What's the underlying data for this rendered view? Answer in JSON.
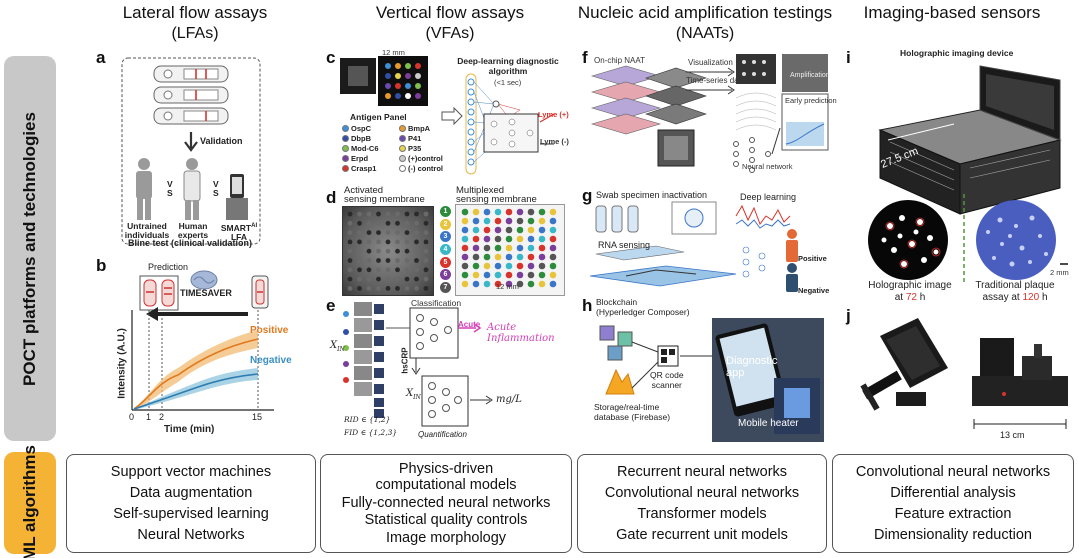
{
  "columns": [
    {
      "title": "Lateral flow assays",
      "subtitle": "(LFAs)"
    },
    {
      "title": "Vertical flow assays",
      "subtitle": "(VFAs)"
    },
    {
      "title": "Nucleic acid amplification testings",
      "subtitle": "(NAATs)"
    },
    {
      "title": "Imaging-based sensors",
      "subtitle": ""
    }
  ],
  "side_labels": {
    "platforms": "POCT platforms and technologies",
    "ml": "ML algorithms"
  },
  "panel_letters": {
    "a": "a",
    "b": "b",
    "c": "c",
    "d": "d",
    "e": "e",
    "f": "f",
    "g": "g",
    "h": "h",
    "i": "i",
    "j": "j"
  },
  "panel_a": {
    "validation": "Validation",
    "vs1": "V\nS",
    "vs2": "V\nS",
    "untrained": "Untrained\nindividuals",
    "experts": "Human\nexperts",
    "smart": "SMART",
    "smart_sup": "AI",
    "smart_lfa": "LFA",
    "caption": "Bline test (clinical validation)"
  },
  "panel_b": {
    "prediction": "Prediction",
    "timesaver": "TIMESAVER",
    "positive": "Positive",
    "negative": "Negative",
    "ylabel": "Intensity (A.U.)",
    "xlabel": "Time (min)",
    "xticks": [
      "0",
      "1",
      "2",
      "15"
    ]
  },
  "panel_c": {
    "scale": "12 mm",
    "algo_title": "Deep-learning diagnostic\nalgorithm",
    "algo_time": "(<1 sec)",
    "lyme_pos": "Lyme (+)",
    "lyme_neg": "Lyme (-)",
    "antigen_title": "Antigen Panel",
    "antigens": [
      {
        "label": "OspC",
        "color": "#3c8fd8"
      },
      {
        "label": "BmpA",
        "color": "#e99a2c"
      },
      {
        "label": "DbpB",
        "color": "#2f4fa8"
      },
      {
        "label": "P41",
        "color": "#6a4ab0"
      },
      {
        "label": "Mod-C6",
        "color": "#7fc04a"
      },
      {
        "label": "P35",
        "color": "#e8d44a"
      },
      {
        "label": "Erpd",
        "color": "#7b3e9a"
      },
      {
        "label": "(+)control",
        "color": "#cccccc"
      },
      {
        "label": "Crasp1",
        "color": "#d8342c"
      },
      {
        "label": "(-) control",
        "color": "#ffffff"
      }
    ]
  },
  "panel_d": {
    "activated": "Activated\nsensing membrane",
    "multiplexed": "Multiplexed\nsensing membrane",
    "scale": "12 mm",
    "rows": [
      {
        "num": "1",
        "color": "#2c8c3c"
      },
      {
        "num": "2",
        "color": "#e8c43a"
      },
      {
        "num": "3",
        "color": "#3a76c8"
      },
      {
        "num": "4",
        "color": "#38b8c8"
      },
      {
        "num": "5",
        "color": "#d8342c"
      },
      {
        "num": "6",
        "color": "#7b3e9a"
      },
      {
        "num": "7",
        "color": "#555555"
      }
    ]
  },
  "panel_e": {
    "classification": "Classification",
    "acute": "Acute",
    "acute_inflammation": "Acute\nInflammation",
    "hscrp": "hsCRP",
    "xin": "X",
    "xin_sub": "IN",
    "xin2": "X",
    "xin2_sub": "IN",
    "rid": "RID ∈ {1,2}",
    "fid": "FID ∈ {1,2,3}",
    "mgl": "mg/L",
    "quantification": "Quantification"
  },
  "panel_f": {
    "onchip": "On-chip NAAT",
    "visualization": "Visualization",
    "amplification": "Amplification",
    "timeseries": "Time-series data",
    "neural": "Neural network",
    "early": "Early prediction"
  },
  "panel_g": {
    "swab": "Swab specimen inactivation",
    "deep": "Deep learning",
    "rna": "RNA sensing",
    "positive": "Positive",
    "negative": "Negative"
  },
  "panel_h": {
    "blockchain": "Blockchain\n(Hyperledger Composer)",
    "qr": "QR code\nscanner",
    "storage": "Storage/real-time\ndatabase (Firebase)",
    "diagnostic": "Diagnostic\napp",
    "heater": "Mobile heater"
  },
  "panel_i": {
    "device": "Holographic imaging device",
    "dim": "27.5 cm",
    "holo_cap": "Holographic image",
    "holo_at": "at ",
    "holo_time": "72",
    "holo_unit": " h",
    "plaque_cap": "Traditional plaque",
    "plaque_at": "assay at ",
    "plaque_time": "120",
    "plaque_unit": " h",
    "scale": "2 mm"
  },
  "panel_j": {
    "dim": "13 cm"
  },
  "ml_algorithms": [
    [
      "Support vector machines",
      "Data augmentation",
      "Self-supervised learning",
      "Neural Networks"
    ],
    [
      "Physics-driven\ncomputational models",
      "Fully-connected neural networks",
      "Statistical quality controls",
      "Image morphology"
    ],
    [
      "Recurrent neural networks",
      "Convolutional neural networks",
      "Transformer models",
      "Gate recurrent unit models"
    ],
    [
      "Convolutional neural networks",
      "Differential analysis",
      "Feature extraction",
      "Dimensionality reduction"
    ]
  ],
  "colors": {
    "grey_band": "#c8c8c8",
    "yellow_band": "#f5b335",
    "positive": "#e07a1f",
    "negative": "#3a8fc0",
    "highlight_red": "#d8342c",
    "acute_magenta": "#d43fb8"
  }
}
